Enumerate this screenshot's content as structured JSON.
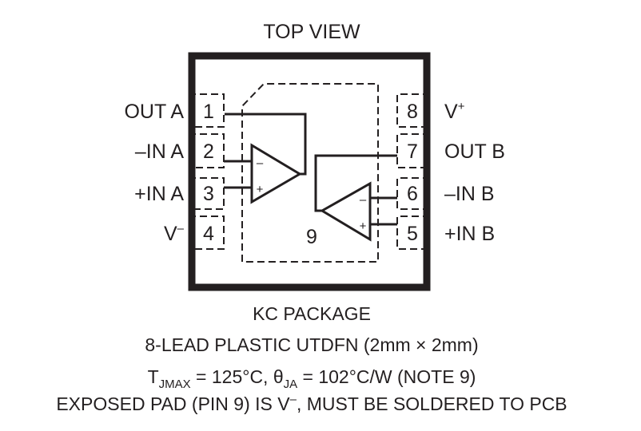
{
  "title": "TOP VIEW",
  "pins_left": [
    {
      "label": "OUT A",
      "num": "1"
    },
    {
      "label": "–IN A",
      "num": "2"
    },
    {
      "label": "+IN A",
      "num": "3"
    },
    {
      "label_base": "V",
      "label_sup": "–",
      "num": "4"
    }
  ],
  "pins_right": [
    {
      "label_base": "V",
      "label_sup": "+",
      "num": "8"
    },
    {
      "label": "OUT B",
      "num": "7"
    },
    {
      "label": "–IN B",
      "num": "6"
    },
    {
      "label": "+IN B",
      "num": "5"
    }
  ],
  "exposed_pad_num": "9",
  "opamp_signs": {
    "minus": "–",
    "plus": "+"
  },
  "caption": {
    "package": "KC PACKAGE",
    "lead": "8-LEAD PLASTIC UTDFN (2mm × 2mm)",
    "thermal_t": "T",
    "thermal_t_sub": "JMAX",
    "thermal_mid": " = 125°C, θ",
    "thermal_theta_sub": "JA",
    "thermal_end": " = 102°C/W (NOTE 9)",
    "pad_start": "EXPOSED PAD (PIN 9) IS V",
    "pad_sup": "–",
    "pad_end": ", MUST BE SOLDERED TO PCB"
  }
}
